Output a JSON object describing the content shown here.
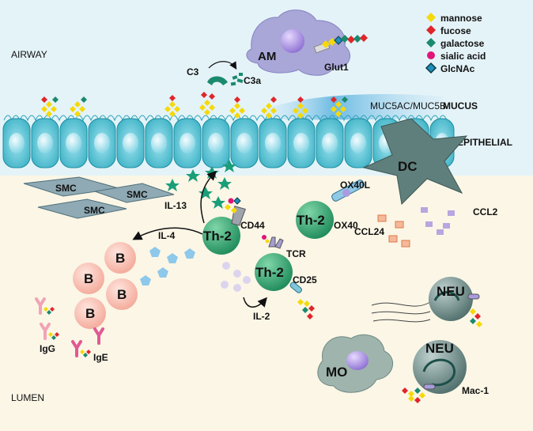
{
  "regions": {
    "airway": "AIRWAY",
    "epithelial": "EPITHELIAL",
    "lumen": "LUMEN",
    "mucus_prefix": "MUC5AC/MUC5B",
    "mucus": "MUCUS"
  },
  "legend": [
    {
      "label": "mannose",
      "color": "#f5d90a",
      "shape": "diamond"
    },
    {
      "label": "fucose",
      "color": "#e0262a",
      "shape": "diamond"
    },
    {
      "label": "galactose",
      "color": "#1a8a6e",
      "shape": "diamond"
    },
    {
      "label": "sialic acid",
      "color": "#e0157a",
      "shape": "circle"
    },
    {
      "label": "GlcNAc",
      "color": "#1e8fb8",
      "shape": "diamond-outlined"
    }
  ],
  "cells": {
    "am": "AM",
    "glut1": "Glut1",
    "c3": "C3",
    "c3a": "C3a",
    "dc": "DC",
    "ox40l": "OX40L",
    "ox40": "OX40",
    "ccl24": "CCL24",
    "ccl2": "CCL2",
    "smc": [
      "SMC",
      "SMC",
      "SMC"
    ],
    "il13": "IL-13",
    "il4": "IL-4",
    "il2": "IL-2",
    "th2_a": "Th-2",
    "th2_b": "Th-2",
    "th2_c": "Th-2",
    "cd44": "CD44",
    "tcr": "TCR",
    "cd25": "CD25",
    "b": [
      "B",
      "B",
      "B",
      "B"
    ],
    "igg": "IgG",
    "ige": "IgE",
    "neu_a": "NEU",
    "neu_b": "NEU",
    "mo": "MO",
    "mac1": "Mac-1"
  }
}
